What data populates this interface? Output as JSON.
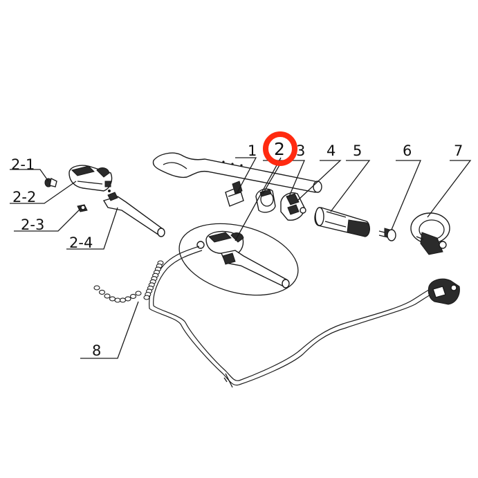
{
  "callouts": {
    "c2_1": "2-1",
    "c2_2": "2-2",
    "c2_3": "2-3",
    "c2_4": "2-4",
    "c1": "1",
    "c2": "2",
    "c3": "3",
    "c4": "4",
    "c5": "5",
    "c6": "6",
    "c7": "7",
    "c8": "8"
  },
  "highlight": {
    "target": "2",
    "color": "#ff2a10"
  },
  "colors": {
    "line": "#1a1a1a",
    "background": "#ffffff"
  }
}
